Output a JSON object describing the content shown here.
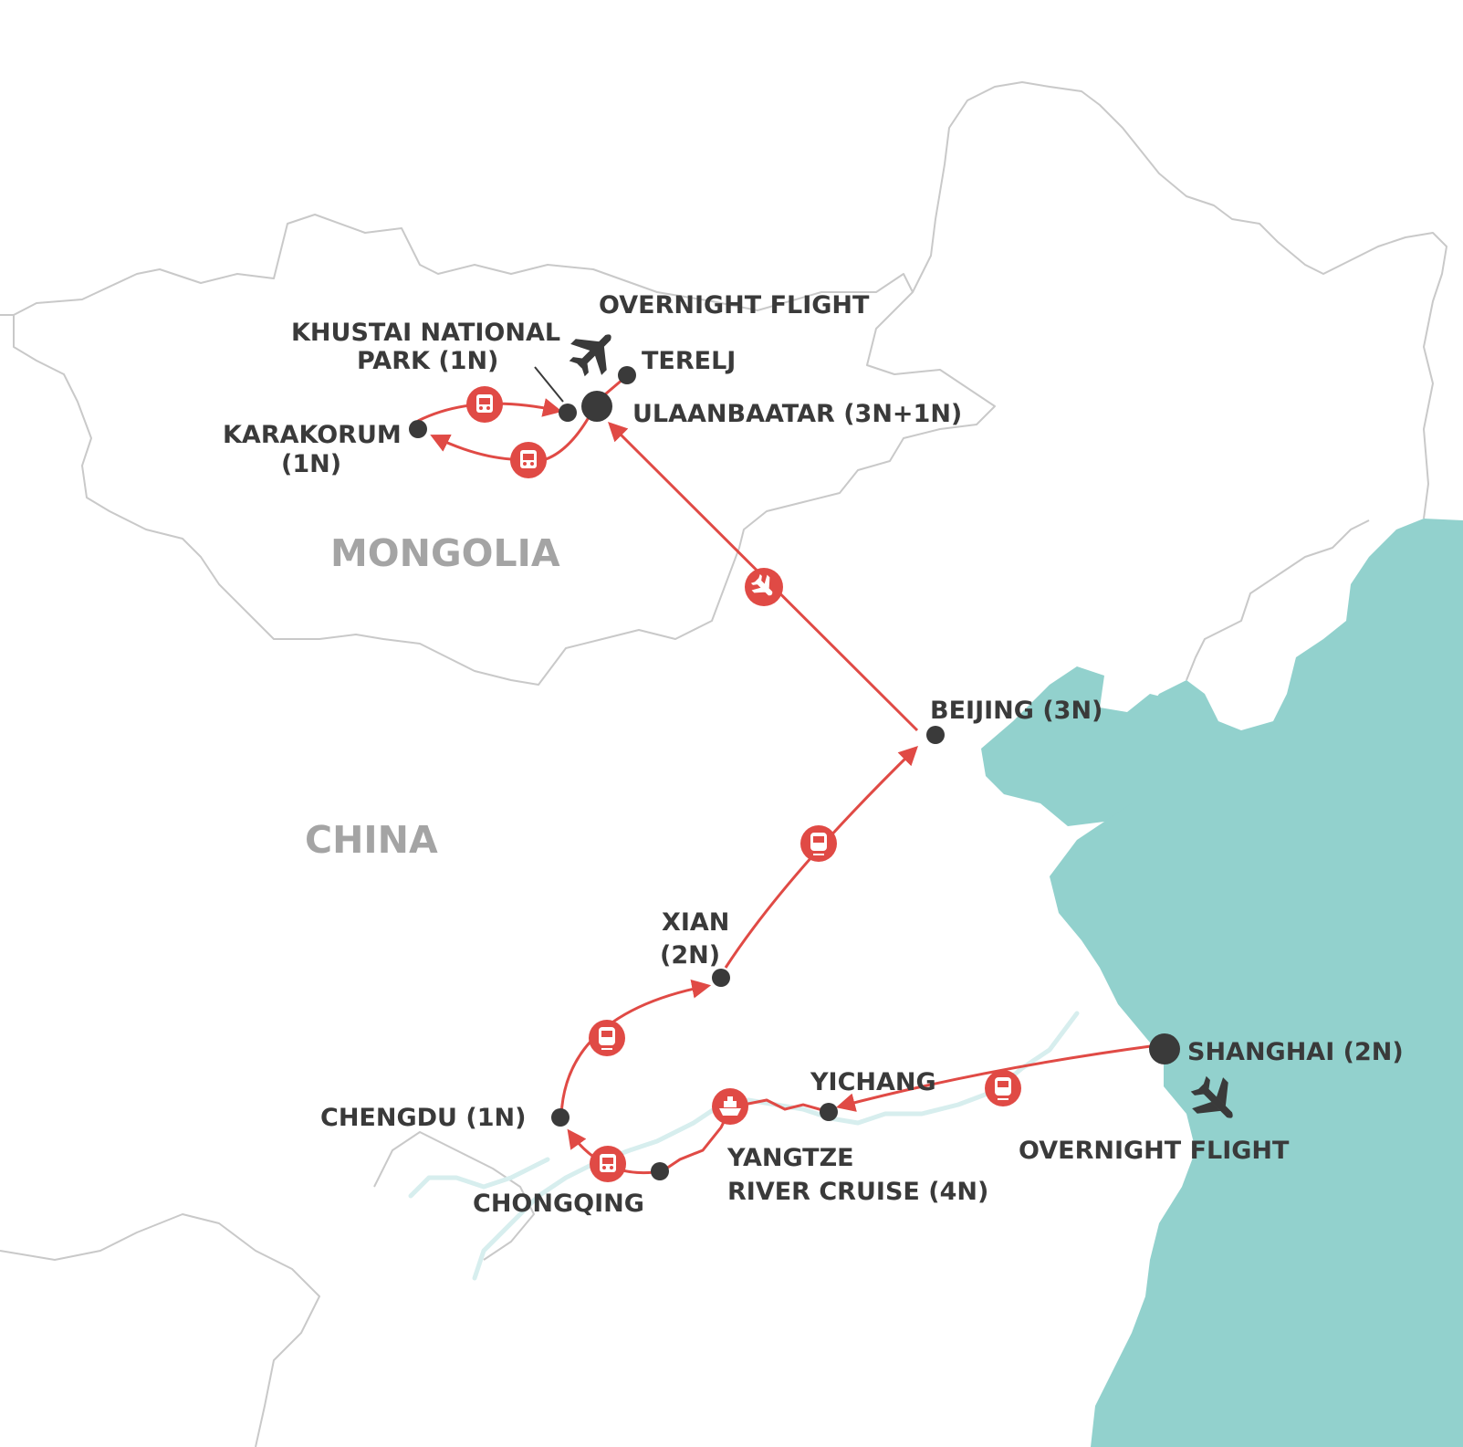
{
  "colors": {
    "sea": "#92d1cd",
    "route": "#e04a45",
    "stop": "#3a3a3a",
    "land_border": "#c9c9c9",
    "country_label": "#a4a4a4",
    "text": "#3a3a3a"
  },
  "countries": {
    "mongolia": "MONGOLIA",
    "china": "CHINA"
  },
  "stops": {
    "ulaanbaatar": "ULAANBAATAR (3N+1N)",
    "terelj": "TERELJ",
    "khustai_line1": "KHUSTAI NATIONAL",
    "khustai_line2": "PARK (1N)",
    "karakorum_line1": "KARAKORUM",
    "karakorum_line2": "(1N)",
    "beijing": "BEIJING (3N)",
    "xian_line1": "XIAN",
    "xian_line2": "(2N)",
    "chengdu": "CHENGDU (1N)",
    "chongqing": "CHONGQING",
    "yichang": "YICHANG",
    "yangtze_line1": "YANGTZE",
    "yangtze_line2": "RIVER CRUISE (4N)",
    "shanghai": "SHANGHAI (2N)"
  },
  "overnight_flights": {
    "mongolia": "OVERNIGHT FLIGHT",
    "shanghai": "OVERNIGHT FLIGHT"
  },
  "transport_icons": [
    "bus-icon",
    "bus-icon",
    "plane-icon",
    "train-icon",
    "train-icon",
    "bus-icon",
    "cruise-ship-icon",
    "train-icon"
  ]
}
